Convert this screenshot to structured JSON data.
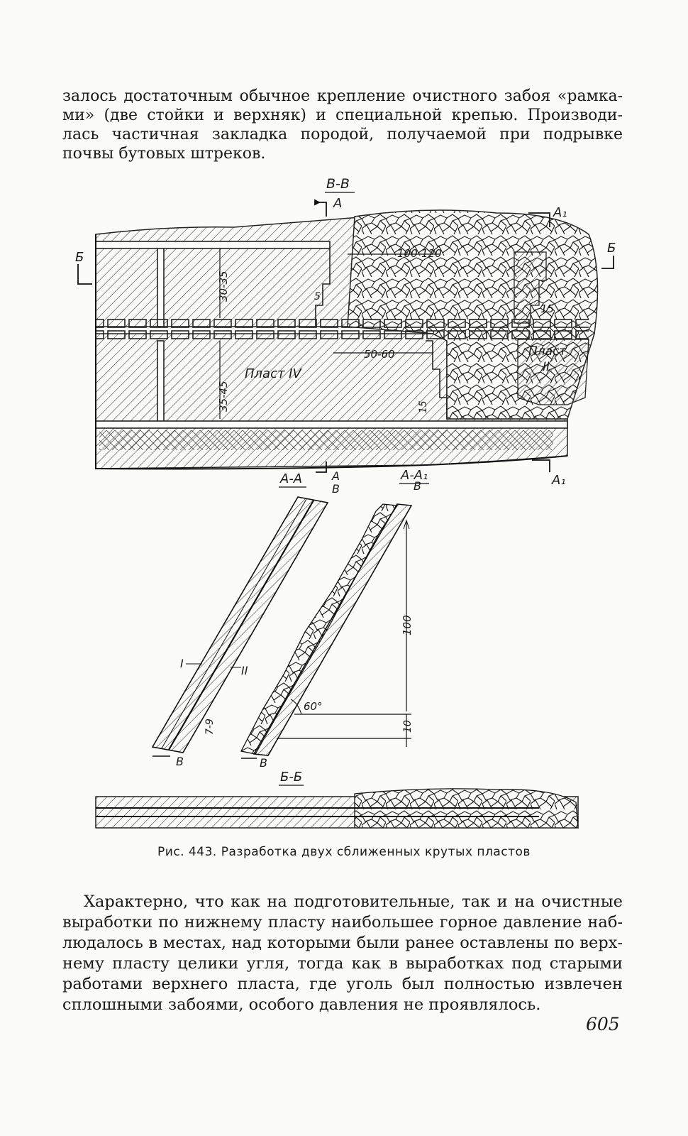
{
  "paragraph_top": [
    "залось достаточным обычное крепление очистного забоя «рамка-",
    "ми» (две стойки и верхняк) и специальной крепью. Производи-",
    "лась частичная закладка породой, получаемой  при  подрывке",
    "почвы бутовых штреков."
  ],
  "figure": {
    "section_labels": {
      "bb": "В-В",
      "aa": "А-А",
      "a1": "А-А₁",
      "b6": "Б-Б"
    },
    "markers": {
      "a": "А",
      "a1": "А₁",
      "b": "Б",
      "v": "В"
    },
    "dimensions": {
      "d100_120": "100-120",
      "d30_35": "30-35",
      "d5": "5",
      "d15": "15",
      "d50_60": "50-60",
      "d35_45": "35-45",
      "d15b": "15",
      "d7_9": "7-9",
      "d100": "100",
      "d10": "10",
      "angle": "60°"
    },
    "seam_labels": {
      "seam4": "Пласт IV",
      "seam2": "Пласт",
      "seam2_num": "II",
      "r1": "I",
      "r2": "II"
    }
  },
  "caption": "Рис. 443. Разработка двух сближенных крутых пластов",
  "paragraph_bottom": [
    "Характерно, что как на подготовительные, так и на очистные",
    "выработки по нижнему пласту наибольшее горное давление наб-",
    "людалось в местах, над которыми были ранее оставлены по верх-",
    "нему пласту целики угля, тогда как в выработках под старыми",
    "работами верхнего пласта, где уголь был полностью извлечен",
    "сплошными забоями, особого давления не проявлялось."
  ],
  "page_number": "605"
}
